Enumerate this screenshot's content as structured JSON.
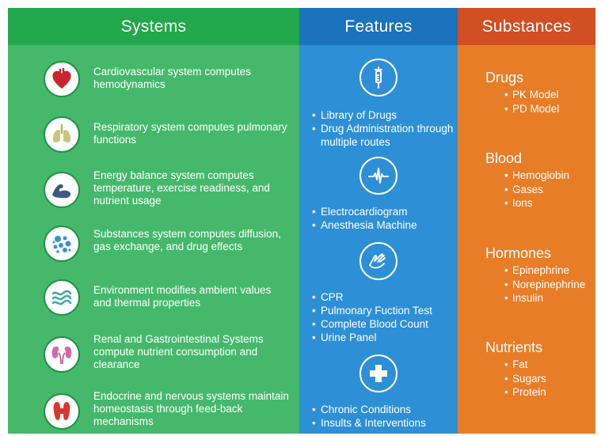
{
  "columns": {
    "systems": {
      "title": "Systems",
      "items": [
        {
          "icon": "heart-icon",
          "text": "Cardiovascular system computes hemodynamics"
        },
        {
          "icon": "lungs-icon",
          "text": "Respiratory system computes pulmonary functions"
        },
        {
          "icon": "muscle-arm-icon",
          "text": "Energy balance system computes temperature, exercise readiness, and nutrient usage"
        },
        {
          "icon": "molecules-icon",
          "text": "Substances system computes diffusion, gas exchange, and drug effects"
        },
        {
          "icon": "waves-icon",
          "text": "Environment modifies ambient values and thermal properties"
        },
        {
          "icon": "kidneys-icon",
          "text": "Renal and Gastrointestinal Systems compute nutrient consumption and clearance"
        },
        {
          "icon": "thyroid-icon",
          "text": "Endocrine and nervous systems maintain homeostasis through feed-back mechanisms"
        }
      ]
    },
    "features": {
      "title": "Features",
      "groups": [
        {
          "icon": "syringe-icon",
          "items": [
            "Library of Drugs",
            "Drug Administration through multiple routes"
          ]
        },
        {
          "icon": "ecg-waveform-icon",
          "items": [
            "Electrocardiogram",
            "Anesthesia Machine"
          ]
        },
        {
          "icon": "hands-cpr-icon",
          "items": [
            "CPR",
            "Pulmonary Fuction Test",
            "Complete Blood Count",
            "Urine Panel"
          ]
        },
        {
          "icon": "medical-cross-icon",
          "items": [
            "Chronic Conditions",
            "Insults & Interventions"
          ]
        }
      ]
    },
    "substances": {
      "title": "Substances",
      "groups": [
        {
          "title": "Drugs",
          "items": [
            "PK Model",
            "PD Model"
          ]
        },
        {
          "title": "Blood",
          "items": [
            "Hemoglobin",
            "Gases",
            "Ions"
          ]
        },
        {
          "title": "Hormones",
          "items": [
            "Epinephrine",
            "Norepinephrine",
            "Insulin"
          ]
        },
        {
          "title": "Nutrients",
          "items": [
            "Fat",
            "Sugars",
            "Protein"
          ]
        }
      ]
    }
  },
  "colors": {
    "systems_header": "#21a84c",
    "systems_body": "#45b86c",
    "features_header": "#1b72bd",
    "features_body": "#2d8fd6",
    "substances_header": "#d14f22",
    "substances_body": "#e87d27"
  }
}
